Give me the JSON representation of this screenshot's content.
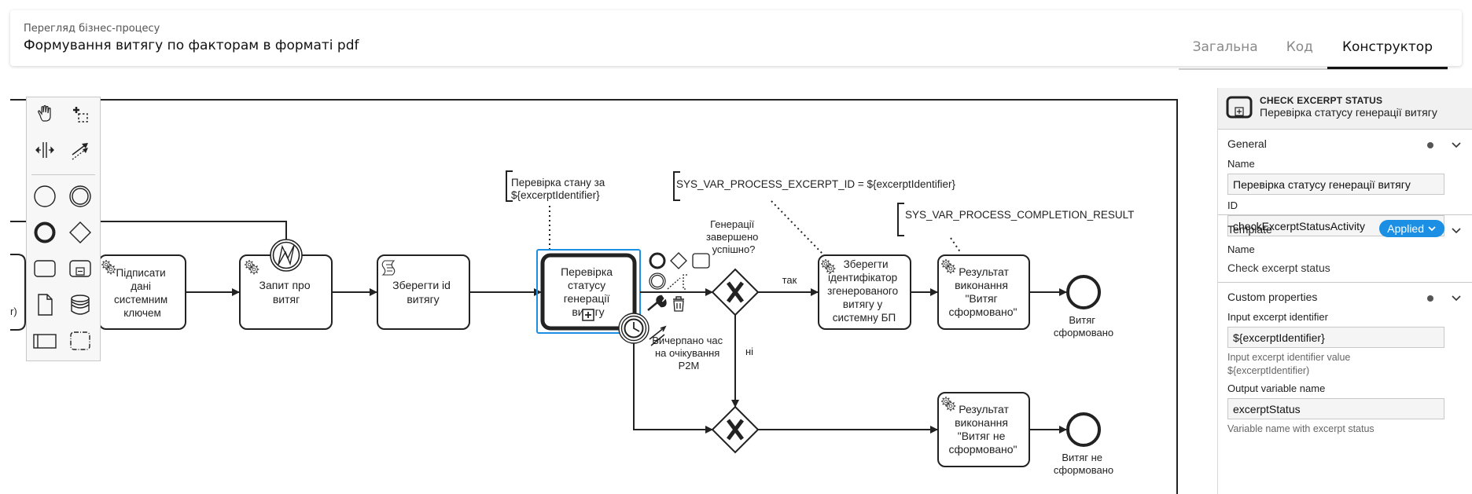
{
  "header": {
    "subtitle": "Перегляд бізнес-процесу",
    "title": "Формування витягу по факторам в форматі pdf",
    "tabs": [
      {
        "label": "Загальна",
        "active": false
      },
      {
        "label": "Код",
        "active": false
      },
      {
        "label": "Конструктор",
        "active": true
      }
    ]
  },
  "palette": {
    "tools": [
      "hand-tool-icon",
      "lasso-tool-icon",
      "space-tool-icon",
      "global-connect-icon"
    ],
    "elements": [
      "start-event-icon",
      "intermediate-event-icon",
      "end-event-icon",
      "gateway-icon",
      "task-icon",
      "subprocess-icon",
      "data-object-icon",
      "data-store-icon",
      "pool-icon",
      "group-icon"
    ]
  },
  "diagram": {
    "partial_task_text": "r)",
    "tasks": {
      "sign": [
        "Підписати",
        "дані",
        "системним",
        "ключем"
      ],
      "request": [
        "Запит про",
        "витяг"
      ],
      "save_id": [
        "Зберегти id",
        "витягу"
      ],
      "check_status": [
        "Перевірка",
        "статусу",
        "генерації",
        "витягу"
      ],
      "save_identifier": [
        "Зберегти",
        "ідентифікатор",
        "згенерованого",
        "витягу у",
        "системну БП"
      ],
      "result_ok": [
        "Результат",
        "виконання",
        "\"Витяг",
        "сформовано\""
      ],
      "result_fail": [
        "Результат",
        "виконання",
        "\"Витяг не",
        "сформовано\""
      ]
    },
    "annotations": {
      "check": [
        "Перевірка стану за",
        "${excerptIdentifier}"
      ],
      "excerpt_id": "SYS_VAR_PROCESS_EXCERPT_ID = ${excerptIdentifier}",
      "completion": "SYS_VAR_PROCESS_COMPLETION_RESULT"
    },
    "gateway_label": [
      "Генерації",
      "завершено",
      "успішно?"
    ],
    "flow_yes": "так",
    "flow_no": "ні",
    "timer_label": [
      "Вичерпано час",
      "на очікування",
      "P2M"
    ],
    "end_ok": [
      "Витяг",
      "сформовано"
    ],
    "end_fail": [
      "Витяг не",
      "сформовано"
    ]
  },
  "properties": {
    "element_type": "CHECK EXCERPT STATUS",
    "element_name": "Перевірка статусу генерації витягу",
    "general": {
      "title": "General",
      "name_label": "Name",
      "name_value": "Перевірка статусу генерації витягу",
      "id_label": "ID",
      "id_value": "checkExcerptStatusActivity"
    },
    "template": {
      "title": "Template",
      "badge": "Applied",
      "name_label": "Name",
      "name_value": "Check excerpt status"
    },
    "custom": {
      "title": "Custom properties",
      "input_label": "Input excerpt identifier",
      "input_value": "${excerptIdentifier}",
      "input_desc_1": "Input excerpt identifier value",
      "input_desc_2": "${excerptIdentifier)",
      "output_label": "Output variable name",
      "output_value": "excerptStatus",
      "output_desc": "Variable name with excerpt status"
    }
  },
  "colors": {
    "selection": "#1a8fe3",
    "badge": "#1a8fe3",
    "stroke": "#222222"
  }
}
